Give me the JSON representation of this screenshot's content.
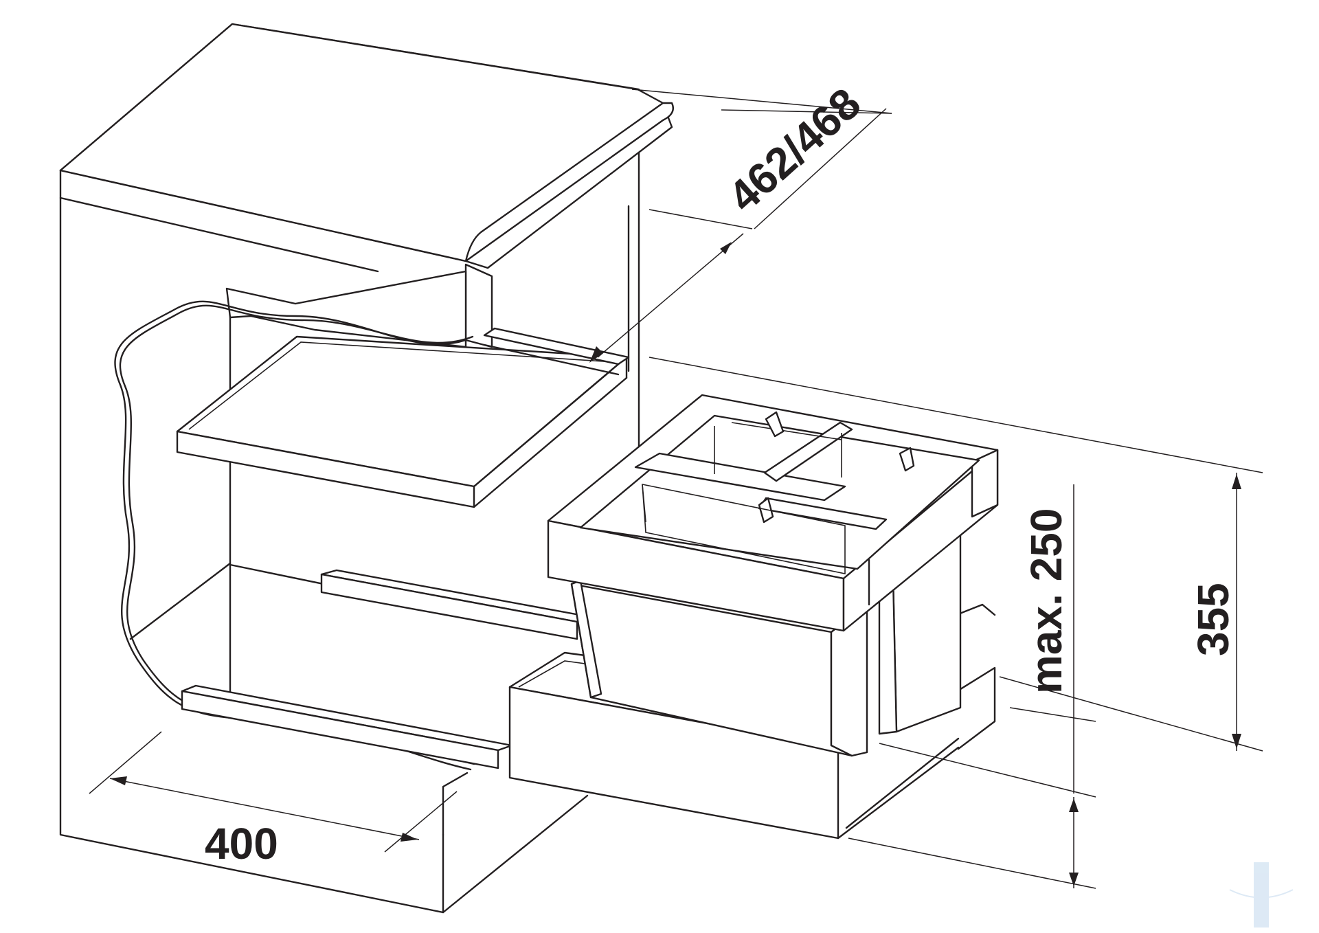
{
  "dimensions": {
    "width_label": "400",
    "depth_label": "462/468",
    "height_label": "355",
    "max_height_label": "max. 250"
  },
  "colors": {
    "line": "#231f20",
    "background": "#ffffff"
  }
}
